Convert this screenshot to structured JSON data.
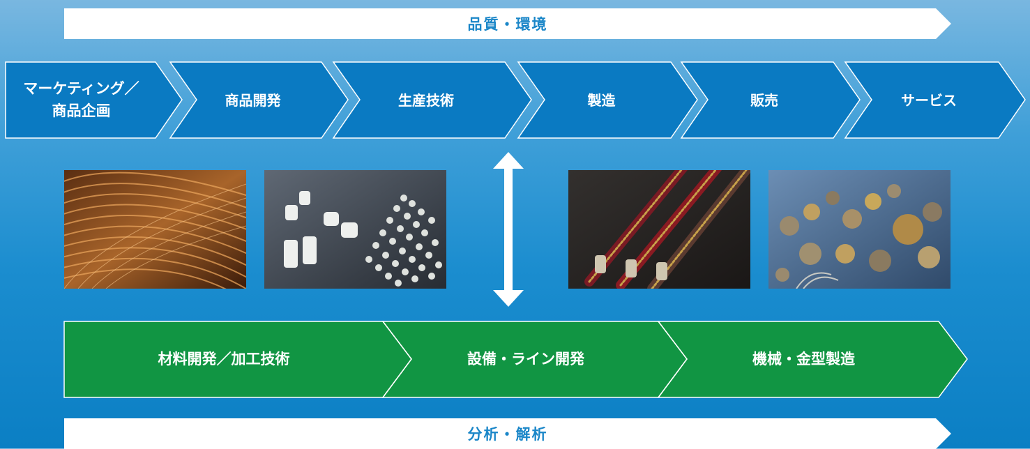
{
  "banners": {
    "top": "品質・環境",
    "bottom": "分析・解析"
  },
  "value_chain": [
    {
      "label": "マーケティング／\n商品企画"
    },
    {
      "label": "商品開発"
    },
    {
      "label": "生産技術"
    },
    {
      "label": "製造"
    },
    {
      "label": "販売"
    },
    {
      "label": "サービス"
    }
  ],
  "technologies": [
    {
      "label": "材料開発／加工技術"
    },
    {
      "label": "設備・ライン開発"
    },
    {
      "label": "機械・金型製造"
    }
  ],
  "photos": [
    {
      "icon": "copper-wire-photo"
    },
    {
      "icon": "plastic-sliders-pellets-photo"
    },
    {
      "icon": "metal-zippers-photo"
    },
    {
      "icon": "jeans-buttons-photo"
    }
  ],
  "colors": {
    "chain_blue": "#0a7ac2",
    "tech_green": "#119543",
    "banner_text": "#1a86c8",
    "outline": "#ffffff"
  }
}
